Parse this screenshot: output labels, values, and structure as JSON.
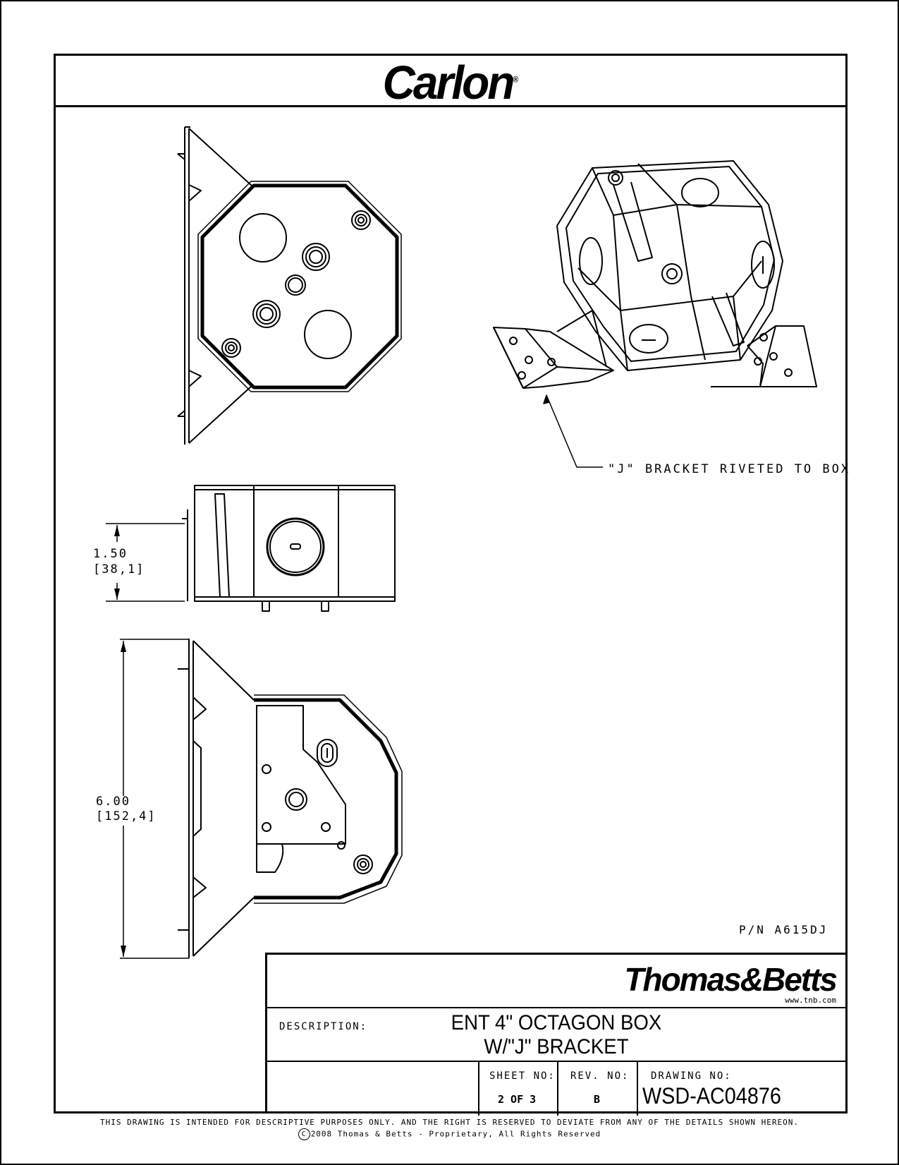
{
  "header": {
    "brand": "Carlon",
    "brand_mark": "®"
  },
  "callouts": {
    "bracket_note": "\"J\" BRACKET RIVETED TO BOX"
  },
  "dimensions": {
    "height": {
      "inch": "1.50",
      "mm": "[38,1]"
    },
    "length": {
      "inch": "6.00",
      "mm": "[152,4]"
    }
  },
  "part_number": "P/N A615DJ",
  "title_block": {
    "company": "Thomas&Betts",
    "company_url": "www.tnb.com",
    "description_label": "DESCRIPTION:",
    "description_line1": "ENT 4\" OCTAGON BOX",
    "description_line2": "W/\"J\" BRACKET",
    "sheet_label": "SHEET NO:",
    "sheet_value": "2 OF 3",
    "rev_label": "REV. NO:",
    "rev_value": "B",
    "drawing_label": "DRAWING NO:",
    "drawing_value": "WSD-AC04876"
  },
  "footer": {
    "disclaimer": "THIS DRAWING IS INTENDED FOR DESCRIPTIVE PURPOSES ONLY.  AND THE RIGHT IS RESERVED TO DEVIATE FROM ANY OF THE DETAILS SHOWN HEREON.",
    "copyright_symbol": "C",
    "copyright": "2008 Thomas & Betts - Proprietary, All Rights Reserved"
  }
}
